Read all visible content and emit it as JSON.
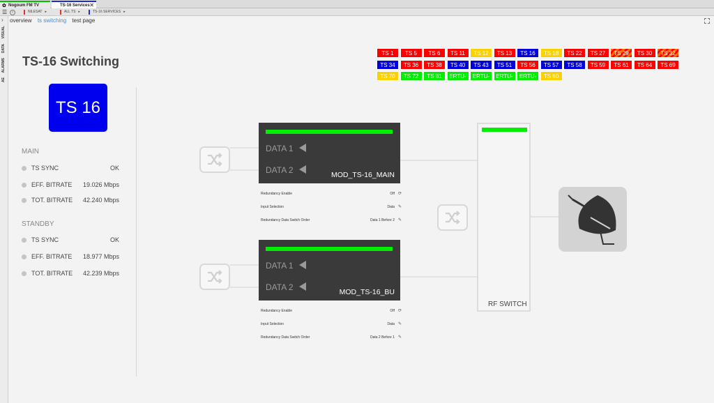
{
  "tabs": [
    {
      "label": "Nogoum FM TV",
      "active": false,
      "accent": "#00c000"
    },
    {
      "label": "TS-16 Services",
      "active": true,
      "accent": "#1d2bd8"
    }
  ],
  "breadcrumbs": [
    {
      "label": "NILESAT",
      "color": "#e03030"
    },
    {
      "label": "ALL TS",
      "color": "#e03030"
    },
    {
      "label": "TS-16 SERVICES",
      "color": "#2030d0"
    }
  ],
  "subnav": {
    "items": [
      "overview",
      "ts switching",
      "test page"
    ],
    "active": "ts switching"
  },
  "side_labels": [
    "VISUAL",
    "DATA",
    "ALARMS",
    "AE"
  ],
  "page": {
    "title": "TS-16 Switching",
    "tile": "TS 16",
    "tile_color": "#0000ee"
  },
  "main_section": {
    "title": "MAIN",
    "stats": [
      {
        "label": "TS SYNC",
        "value": "OK"
      },
      {
        "label": "EFF. BITRATE",
        "value": "19.026 Mbps"
      },
      {
        "label": "TOT. BITRATE",
        "value": "42.240 Mbps"
      }
    ]
  },
  "standby_section": {
    "title": "STANDBY",
    "stats": [
      {
        "label": "TS SYNC",
        "value": "OK"
      },
      {
        "label": "EFF. BITRATE",
        "value": "18.977 Mbps"
      },
      {
        "label": "TOT. BITRATE",
        "value": "42.239 Mbps"
      }
    ]
  },
  "ts_grid": [
    [
      {
        "l": "TS 1",
        "c": "red"
      },
      {
        "l": "TS 5",
        "c": "red"
      },
      {
        "l": "TS 6",
        "c": "red"
      },
      {
        "l": "TS 11",
        "c": "red"
      },
      {
        "l": "TS 12",
        "c": "yellow"
      },
      {
        "l": "TS 13",
        "c": "red"
      },
      {
        "l": "TS 16",
        "c": "blue"
      },
      {
        "l": "TS 18",
        "c": "yellow"
      },
      {
        "l": "TS 22",
        "c": "red"
      },
      {
        "l": "TS 27",
        "c": "red"
      },
      {
        "l": "TS 29",
        "c": "hatch"
      },
      {
        "l": "TS 30",
        "c": "red"
      },
      {
        "l": "TS 32",
        "c": "hatch"
      }
    ],
    [
      {
        "l": "TS 34",
        "c": "blue"
      },
      {
        "l": "TS 36",
        "c": "red"
      },
      {
        "l": "TS 38",
        "c": "red"
      },
      {
        "l": "TS 40",
        "c": "blue"
      },
      {
        "l": "TS 43",
        "c": "blue"
      },
      {
        "l": "TS 51",
        "c": "blue"
      },
      {
        "l": "TS 56",
        "c": "red"
      },
      {
        "l": "TS 57",
        "c": "blue"
      },
      {
        "l": "TS 58",
        "c": "blue"
      },
      {
        "l": "TS 59",
        "c": "red"
      },
      {
        "l": "TS 61",
        "c": "red"
      },
      {
        "l": "TS 64",
        "c": "red"
      },
      {
        "l": "TS 69",
        "c": "red"
      }
    ],
    [
      {
        "l": "TS 70",
        "c": "yellow"
      },
      {
        "l": "TS 72",
        "c": "green"
      },
      {
        "l": "TS 81",
        "c": "green"
      },
      {
        "l": "ERTU-",
        "c": "green"
      },
      {
        "l": "ERTU-",
        "c": "green"
      },
      {
        "l": "ERTU-",
        "c": "green"
      },
      {
        "l": "ERTU-",
        "c": "green"
      },
      {
        "l": "TS 60",
        "c": "yellow"
      }
    ]
  ],
  "modulators": [
    {
      "name": "MOD_TS-16_MAIN",
      "inputs": [
        "DATA 1",
        "DATA 2"
      ],
      "options": [
        {
          "label": "Redundancy Enable",
          "value": "Off",
          "icon": "sync-icon"
        },
        {
          "label": "Input Selection",
          "value": "Data",
          "icon": "pencil-icon"
        },
        {
          "label": "Redundancy Data Switch Order",
          "value": "Data 1 Before 2",
          "icon": "pencil-icon"
        }
      ]
    },
    {
      "name": "MOD_TS-16_BU",
      "inputs": [
        "DATA 1",
        "DATA 2"
      ],
      "options": [
        {
          "label": "Redundancy Enable",
          "value": "Off",
          "icon": "sync-icon"
        },
        {
          "label": "Input Selection",
          "value": "Data",
          "icon": "pencil-icon"
        },
        {
          "label": "Redundancy Data Switch Order",
          "value": "Data 2 Before 1",
          "icon": "pencil-icon"
        }
      ]
    }
  ],
  "rf_switch": {
    "label": "RF SWITCH"
  },
  "colors": {
    "ok_green": "#00ee00",
    "red": "#ff0000",
    "blue": "#0000dd",
    "yellow": "#ffd000",
    "module_bg": "#3a3a3a"
  }
}
